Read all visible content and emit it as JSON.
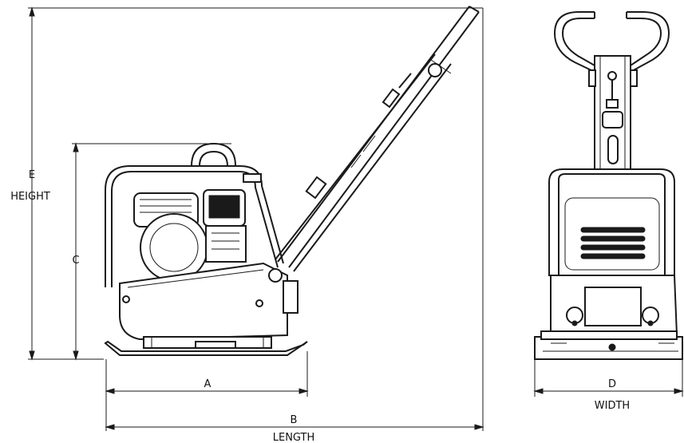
{
  "dimensions": {
    "e_letter": "E",
    "e_label": "HEIGHT",
    "c_letter": "C",
    "a_letter": "A",
    "b_letter": "B",
    "b_label": "LENGTH",
    "d_letter": "D",
    "d_label": "WIDTH"
  },
  "colors": {
    "line": "#1a1a1a",
    "background": "#ffffff"
  }
}
